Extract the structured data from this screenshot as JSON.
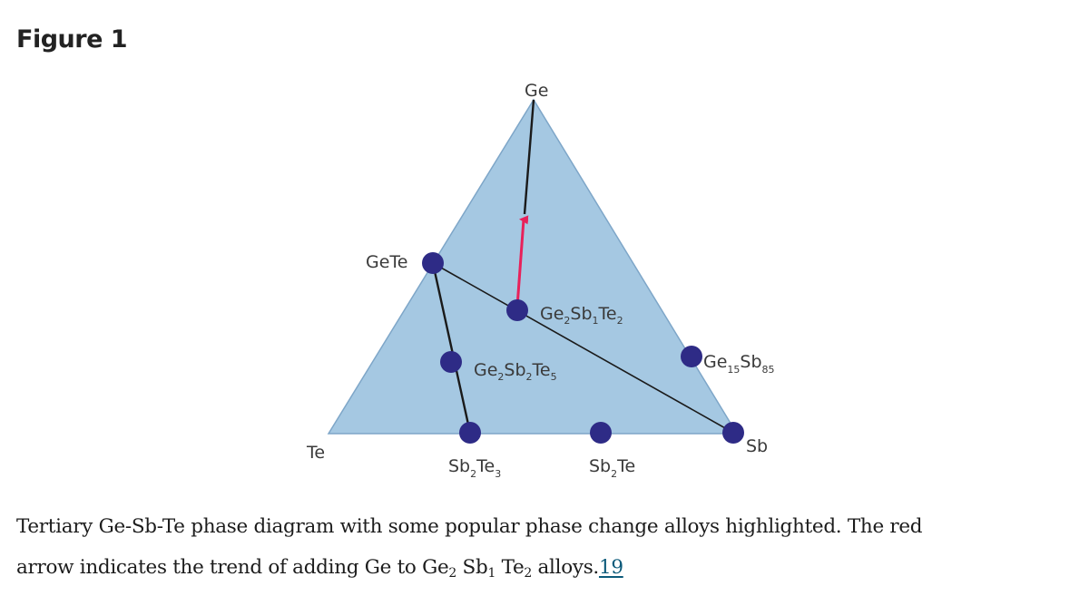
{
  "figure": {
    "heading": "Figure 1"
  },
  "diagram": {
    "colors": {
      "triangle_fill": "#a5c8e2",
      "triangle_stroke": "#7ea6c8",
      "tie_line": "#1a1a1a",
      "point": "#2e2b86",
      "arrow": "#e8215a"
    },
    "vertices": {
      "top": "Ge",
      "left": "Te",
      "right": "Sb"
    },
    "points": {
      "gete": "GeTe",
      "ge2sb1te2": {
        "base": [
          "Ge",
          "Sb",
          "Te"
        ],
        "subs": [
          "2",
          "1",
          "2"
        ]
      },
      "ge2sb2te5": {
        "base": [
          "Ge",
          "Sb",
          "Te"
        ],
        "subs": [
          "2",
          "2",
          "5"
        ]
      },
      "ge15sb85": {
        "base": [
          "Ge",
          "Sb"
        ],
        "subs": [
          "15",
          "85"
        ]
      },
      "sb2te3": {
        "base": [
          "Sb",
          "Te"
        ],
        "subs": [
          "2",
          "3"
        ]
      },
      "sb2te": {
        "base": [
          "Sb",
          "Te"
        ],
        "subs": [
          "2",
          ""
        ]
      }
    }
  },
  "caption": {
    "line1": "Tertiary Ge-Sb-Te phase diagram with some popular phase change alloys highlighted. The red",
    "line2_pre": "arrow indicates the trend of adding Ge to Ge",
    "sub1": "2",
    "mid1": " Sb",
    "sub2": "1",
    "mid2": " Te",
    "sub3": "2",
    "line2_post": " alloys.",
    "ref": "19"
  }
}
